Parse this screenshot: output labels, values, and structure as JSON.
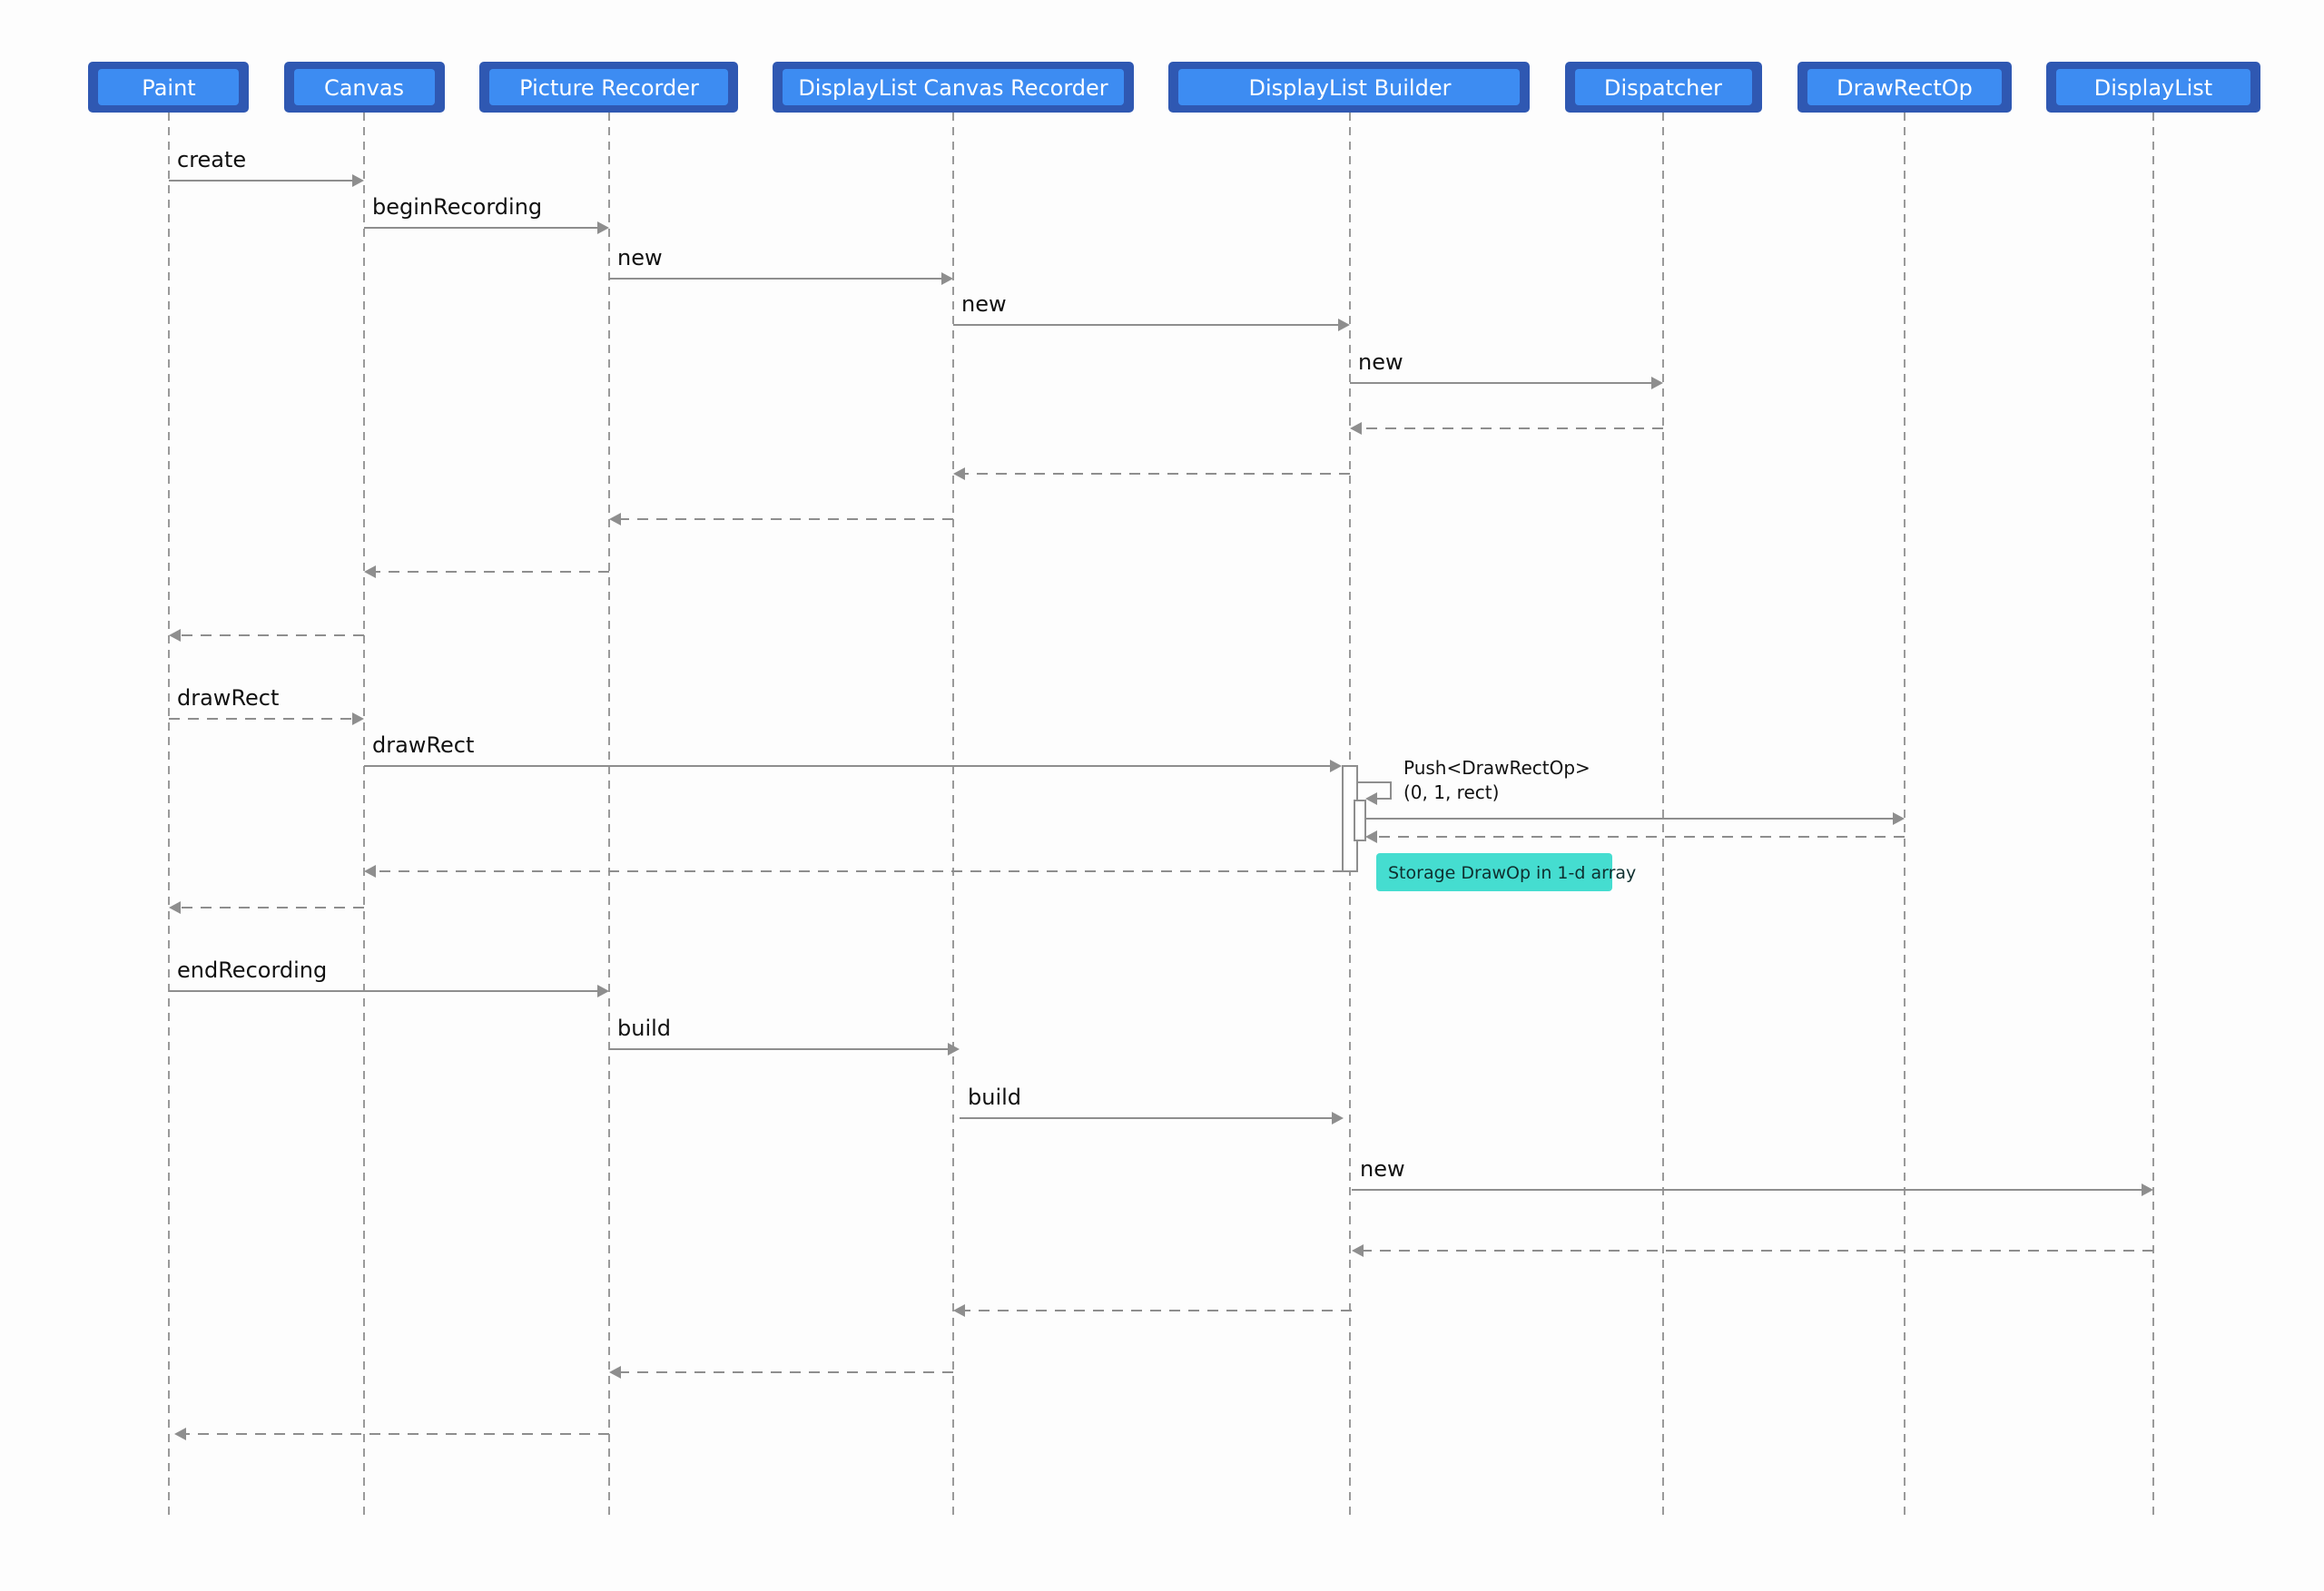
{
  "participants": [
    {
      "id": "paint",
      "label": "Paint"
    },
    {
      "id": "canvas",
      "label": "Canvas"
    },
    {
      "id": "picture_recorder",
      "label": "Picture Recorder"
    },
    {
      "id": "dl_canvas_recorder",
      "label": "DisplayList Canvas Recorder"
    },
    {
      "id": "dl_builder",
      "label": "DisplayList Builder"
    },
    {
      "id": "dispatcher",
      "label": "Dispatcher"
    },
    {
      "id": "drawrectop",
      "label": "DrawRectOp"
    },
    {
      "id": "displaylist",
      "label": "DisplayList"
    }
  ],
  "messages": [
    {
      "from": "paint",
      "to": "canvas",
      "label": "create",
      "style": "solid"
    },
    {
      "from": "canvas",
      "to": "picture_recorder",
      "label": "beginRecording",
      "style": "solid"
    },
    {
      "from": "picture_recorder",
      "to": "dl_canvas_recorder",
      "label": "new",
      "style": "solid"
    },
    {
      "from": "dl_canvas_recorder",
      "to": "dl_builder",
      "label": "new",
      "style": "solid"
    },
    {
      "from": "dl_builder",
      "to": "dispatcher",
      "label": "new",
      "style": "solid"
    },
    {
      "from": "dispatcher",
      "to": "dl_builder",
      "label": "",
      "style": "dashed"
    },
    {
      "from": "dl_builder",
      "to": "dl_canvas_recorder",
      "label": "",
      "style": "dashed"
    },
    {
      "from": "dl_canvas_recorder",
      "to": "picture_recorder",
      "label": "",
      "style": "dashed"
    },
    {
      "from": "picture_recorder",
      "to": "canvas",
      "label": "",
      "style": "dashed"
    },
    {
      "from": "canvas",
      "to": "paint",
      "label": "",
      "style": "dashed"
    },
    {
      "from": "paint",
      "to": "canvas",
      "label": "drawRect",
      "style": "dashed"
    },
    {
      "from": "canvas",
      "to": "dl_builder",
      "label": "drawRect",
      "style": "solid"
    },
    {
      "from": "dl_builder",
      "to": "dl_builder",
      "label": "Push<DrawRectOp>",
      "label2": "(0, 1, rect)",
      "style": "self"
    },
    {
      "from": "dl_builder",
      "to": "drawrectop",
      "label": "",
      "style": "solid"
    },
    {
      "from": "drawrectop",
      "to": "dl_builder",
      "label": "",
      "style": "dashed"
    },
    {
      "from": "dl_builder",
      "to": "canvas",
      "label": "",
      "style": "dashed"
    },
    {
      "from": "canvas",
      "to": "paint",
      "label": "",
      "style": "dashed"
    },
    {
      "from": "paint",
      "to": "picture_recorder",
      "label": "endRecording",
      "style": "solid"
    },
    {
      "from": "picture_recorder",
      "to": "dl_canvas_recorder",
      "label": "build",
      "style": "solid"
    },
    {
      "from": "dl_canvas_recorder",
      "to": "dl_builder",
      "label": "build",
      "style": "solid"
    },
    {
      "from": "dl_builder",
      "to": "displaylist",
      "label": "new",
      "style": "solid"
    },
    {
      "from": "displaylist",
      "to": "dl_builder",
      "label": "",
      "style": "dashed"
    },
    {
      "from": "dl_builder",
      "to": "dl_canvas_recorder",
      "label": "",
      "style": "dashed"
    },
    {
      "from": "dl_canvas_recorder",
      "to": "picture_recorder",
      "label": "",
      "style": "dashed"
    },
    {
      "from": "picture_recorder",
      "to": "paint",
      "label": "",
      "style": "dashed"
    }
  ],
  "note": {
    "text": "Storage DrawOp in 1-d array",
    "color": "#45ddd0"
  },
  "colors": {
    "participant_border": "#2f58b2",
    "participant_fill": "#3d8cf2",
    "line": "#8e8e8e"
  }
}
